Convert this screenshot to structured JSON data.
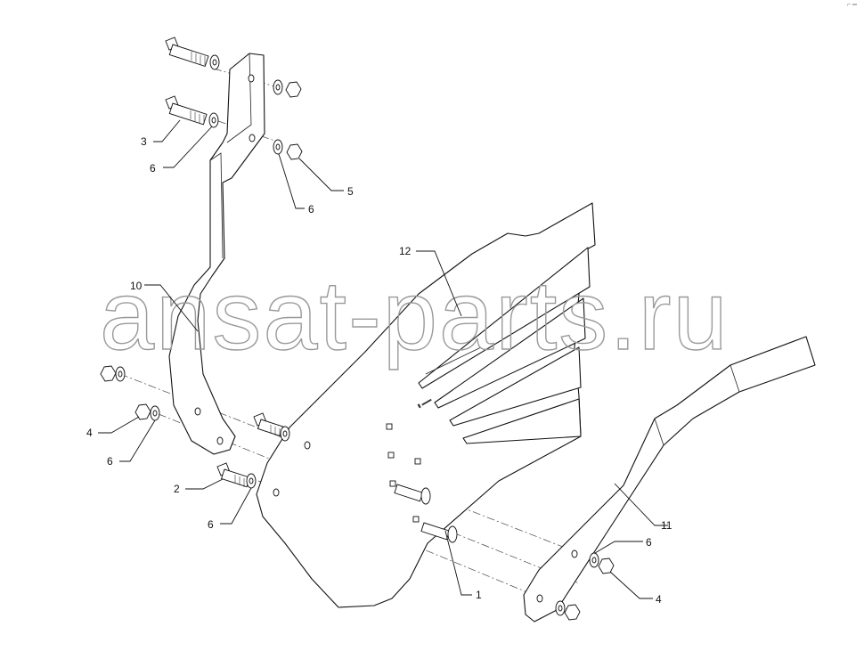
{
  "watermark": "ansat-parts.ru",
  "callouts": [
    {
      "id": "c-1",
      "label": "1"
    },
    {
      "id": "c-2",
      "label": "2"
    },
    {
      "id": "c-3",
      "label": "3"
    },
    {
      "id": "c-4a",
      "label": "4"
    },
    {
      "id": "c-4b",
      "label": "4"
    },
    {
      "id": "c-5",
      "label": "5"
    },
    {
      "id": "c-6a",
      "label": "6"
    },
    {
      "id": "c-6b",
      "label": "6"
    },
    {
      "id": "c-6c",
      "label": "6"
    },
    {
      "id": "c-6d",
      "label": "6"
    },
    {
      "id": "c-6e",
      "label": "6"
    },
    {
      "id": "c-10",
      "label": "10"
    },
    {
      "id": "c-11",
      "label": "11"
    },
    {
      "id": "c-12",
      "label": "12"
    }
  ],
  "corner_mark": "⌐ ═"
}
